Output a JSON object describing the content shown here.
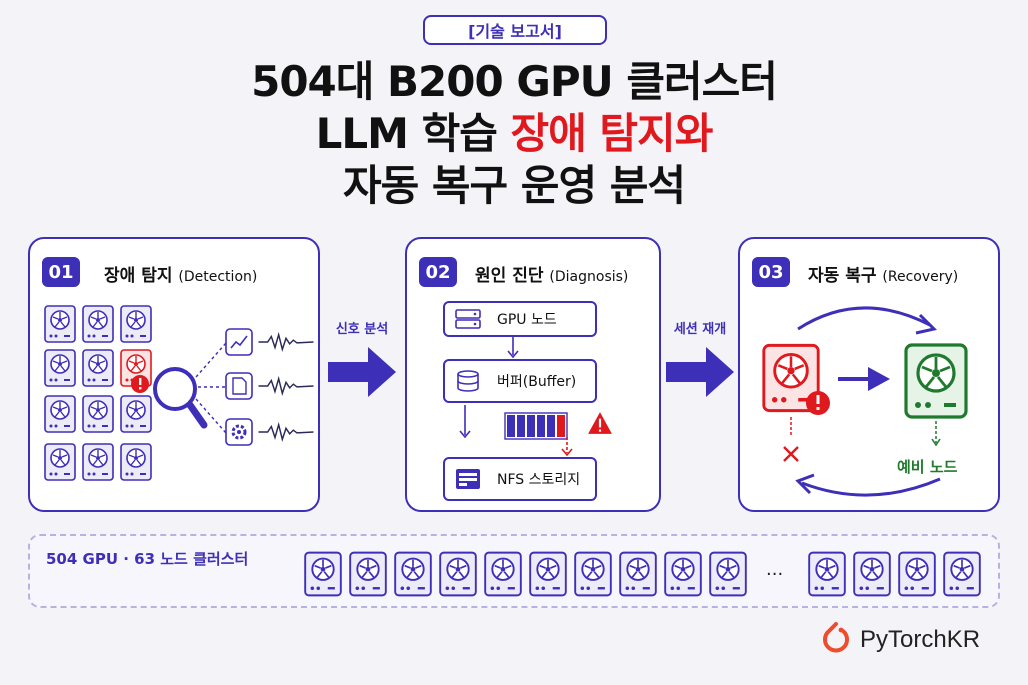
{
  "header": {
    "tag": "[기술 보고서]",
    "title_line1": "504대 B200 GPU 클러스터",
    "title_line2_black": "LLM 학습 ",
    "title_line2_red": "장애 탐지와",
    "title_line3": "자동 복구 운영 분석"
  },
  "panels": [
    {
      "num": "01",
      "title": "장애 탐지",
      "title_en": "(Detection)"
    },
    {
      "num": "02",
      "title": "원인 진단",
      "title_en": "(Diagnosis)"
    },
    {
      "num": "03",
      "title": "자동 복구",
      "title_en": "(Recovery)"
    }
  ],
  "arrows": {
    "a1": "신호 분석",
    "a2": "세션 재개"
  },
  "diagnosis": {
    "gpu_node": "GPU 노드",
    "buffer": "버퍼(Buffer)",
    "nfs": "NFS 스토리지"
  },
  "recovery": {
    "spare": "예비 노드"
  },
  "cluster": {
    "label": "504 GPU · 63 노드 클러스터",
    "ellipsis": "···"
  },
  "brand": {
    "name": "PyTorchKR"
  },
  "colors": {
    "accent": "#3e2fb8",
    "alert": "#e0191e",
    "ok": "#1f7a2e"
  },
  "icons": [
    "gpu-icon",
    "magnifier-icon",
    "chart-icon",
    "document-icon",
    "gear-icon",
    "waveform-icon",
    "server-icon",
    "database-icon",
    "storage-icon",
    "warning-icon",
    "x-icon",
    "pytorch-logo-icon"
  ]
}
